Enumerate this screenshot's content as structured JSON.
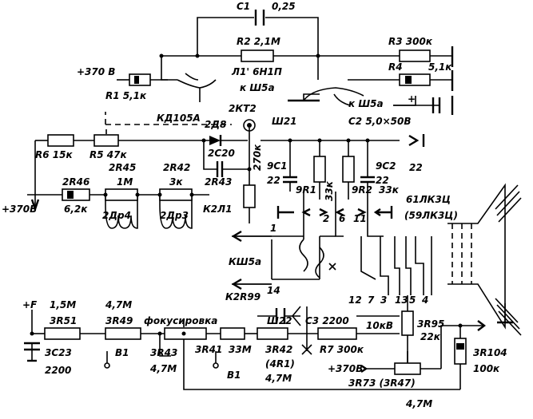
{
  "labels": {
    "c1": "C1",
    "c1_val": "0,25",
    "r2": "R2 2,1M",
    "r3": "R3 300к",
    "r4": "R4",
    "r4_val": "5,1к",
    "tube": "Л1' 6Н1П",
    "k_sh5a_top": "к Ш5а",
    "k_sh5a_right": "к Ш5а",
    "plus370_top": "+370 В",
    "r1": "R1 5,1к",
    "kt2": "2КТ2",
    "d8": "2Д8",
    "sh21": "Ш21",
    "c2": "С2 5,0×50В",
    "kd105a": "КД105А",
    "r6": "R6 15к",
    "r5": "R5 47к",
    "c20": "2С20",
    "r270k": "270к",
    "pin22": "22",
    "r46": "2R46",
    "r45": "2R45",
    "r45_val": "1М",
    "r42_top": "2R42",
    "r42_val": "3к",
    "r43_top": "2R43",
    "c1_9": "9С1",
    "c1_9_val": "22",
    "r1_9": "9R1",
    "r33k_1": "33к",
    "r2_9": "9R2",
    "r33k_2": "33к",
    "c2_9": "9С2",
    "c2_9_val": "22",
    "crt": "61ЛК3Ц",
    "crt_alt": "(59ЛК3Ц)",
    "plus370_left": "+370В",
    "r46_val": "6,2к",
    "dr4": "2Др4",
    "dr3": "2Др3",
    "l1": "К2Л1",
    "n1": "1",
    "n2": "2",
    "n6": "6",
    "n11": "11",
    "ksh5a_mid": "КШ5а",
    "k2r99": "К2R99",
    "n14": "14",
    "n12": "12",
    "n7": "7",
    "n3": "3",
    "n13": "13",
    "n5": "5",
    "n4": "4",
    "plus_f": "+F",
    "r51_val": "1,5М",
    "r51": "3R51",
    "r49_val": "4,7М",
    "r49": "3R49",
    "focus": "фокусировка",
    "sh22": "Ш22",
    "c3": "С3 2200",
    "kv10": "10кВ",
    "r95": "3R95",
    "r95_val": "22к",
    "c23": "3С23",
    "c23_val": "2200",
    "b1_a": "В1",
    "r43": "3R43",
    "r43_val": "4,7М",
    "r41": "3R41",
    "r41_val": "33М",
    "r42": "3R42",
    "r42_alt": "(4R1)",
    "r42_bot": "4,7М",
    "r7": "R7 300к",
    "b1_b": "В1",
    "plus370_bot": "+370В",
    "r73": "3R73 (3R47)",
    "r104": "3R104",
    "r104_val": "100к",
    "r47m": "4,7М",
    "plus_sign": "+"
  }
}
